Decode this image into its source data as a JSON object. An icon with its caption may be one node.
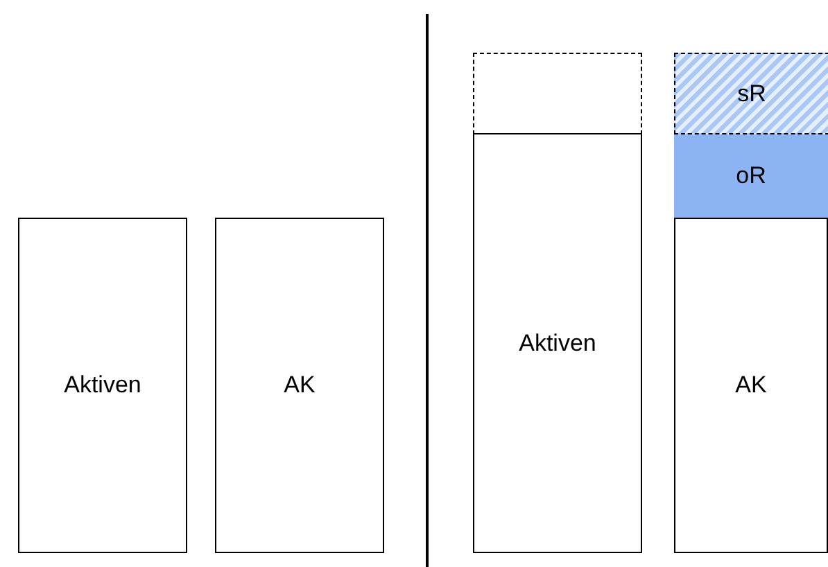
{
  "diagram": {
    "nodes": [
      {
        "text": [
          "Aktiven"
        ]
      },
      {
        "text": [
          "AK"
        ]
      },
      {
        "text": [],
        "shape": "box"
      },
      {
        "text": [
          "Aktiven"
        ]
      },
      {
        "text": [
          "sR"
        ]
      },
      {
        "text": [
          "oR"
        ]
      },
      {
        "text": [
          "AK"
        ]
      }
    ]
  }
}
